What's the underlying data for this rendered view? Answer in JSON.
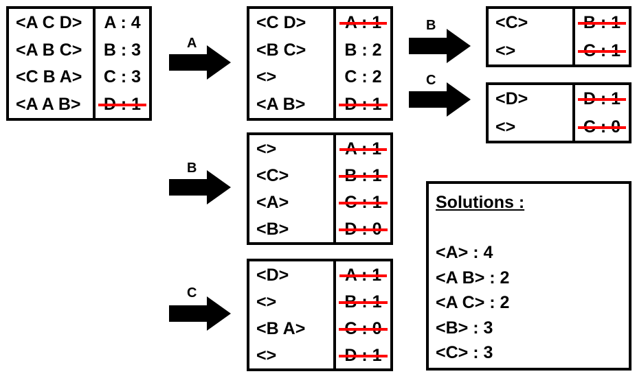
{
  "root": {
    "sequences": [
      "<A C D>",
      "<A B C>",
      "<C B A>",
      "<A A B>"
    ],
    "counts": [
      {
        "text": "A : 4",
        "struck": false
      },
      {
        "text": "B : 3",
        "struck": false
      },
      {
        "text": "C : 3",
        "struck": false
      },
      {
        "text": "D : 1",
        "struck": true
      }
    ]
  },
  "arrows": {
    "root_to_A": "A",
    "root_to_B": "B",
    "root_to_C": "C",
    "A_to_AB": "B",
    "A_to_AC": "C"
  },
  "proj_A": {
    "sequences": [
      "<C D>",
      "<B C>",
      "<>",
      "<A B>"
    ],
    "counts": [
      {
        "text": "A : 1",
        "struck": true
      },
      {
        "text": "B : 2",
        "struck": false
      },
      {
        "text": "C : 2",
        "struck": false
      },
      {
        "text": "D : 1",
        "struck": true
      }
    ]
  },
  "proj_AB": {
    "sequences": [
      "<C>",
      "<>"
    ],
    "counts": [
      {
        "text": "B : 1",
        "struck": true
      },
      {
        "text": "C : 1",
        "struck": true
      }
    ]
  },
  "proj_AC": {
    "sequences": [
      "<D>",
      "<>"
    ],
    "counts": [
      {
        "text": "D : 1",
        "struck": true
      },
      {
        "text": "C : 0",
        "struck": true
      }
    ]
  },
  "proj_B": {
    "sequences": [
      "<>",
      "<C>",
      "<A>",
      "<B>"
    ],
    "counts": [
      {
        "text": "A : 1",
        "struck": true
      },
      {
        "text": "B : 1",
        "struck": true
      },
      {
        "text": "C : 1",
        "struck": true
      },
      {
        "text": "D : 0",
        "struck": true
      }
    ]
  },
  "proj_C": {
    "sequences": [
      "<D>",
      "<>",
      "<B A>",
      "<>"
    ],
    "counts": [
      {
        "text": "A : 1",
        "struck": true
      },
      {
        "text": "B : 1",
        "struck": true
      },
      {
        "text": "C : 0",
        "struck": true
      },
      {
        "text": "D : 1",
        "struck": true
      }
    ]
  },
  "solutions": {
    "title": "Solutions :",
    "items": [
      "<A> : 4",
      "<A B> : 2",
      "<A C> : 2",
      "<B> : 3",
      "<C> : 3"
    ]
  }
}
